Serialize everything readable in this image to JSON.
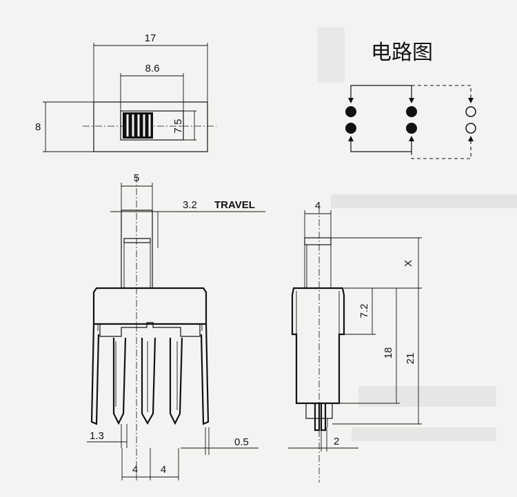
{
  "title": "电路图",
  "top_view": {
    "dim_width_overall": "17",
    "dim_width_actuator_area": "8.6",
    "dim_height": "8",
    "dim_actuator": "7.5"
  },
  "front_view": {
    "dim_actuator_width": "5",
    "dim_travel": "3.2",
    "travel_label": "TRAVEL",
    "dim_pin_width": "1.3",
    "dim_pitch_left": "4",
    "dim_pitch_right": "4",
    "dim_thickness": "0.5"
  },
  "side_view": {
    "dim_actuator_depth": "4",
    "dim_x": "X",
    "dim_body": "7.2",
    "dim_18": "18",
    "dim_21": "21",
    "dim_pin": "2"
  },
  "colors": {
    "ink": "#111111",
    "paper": "#f3f3f1"
  }
}
